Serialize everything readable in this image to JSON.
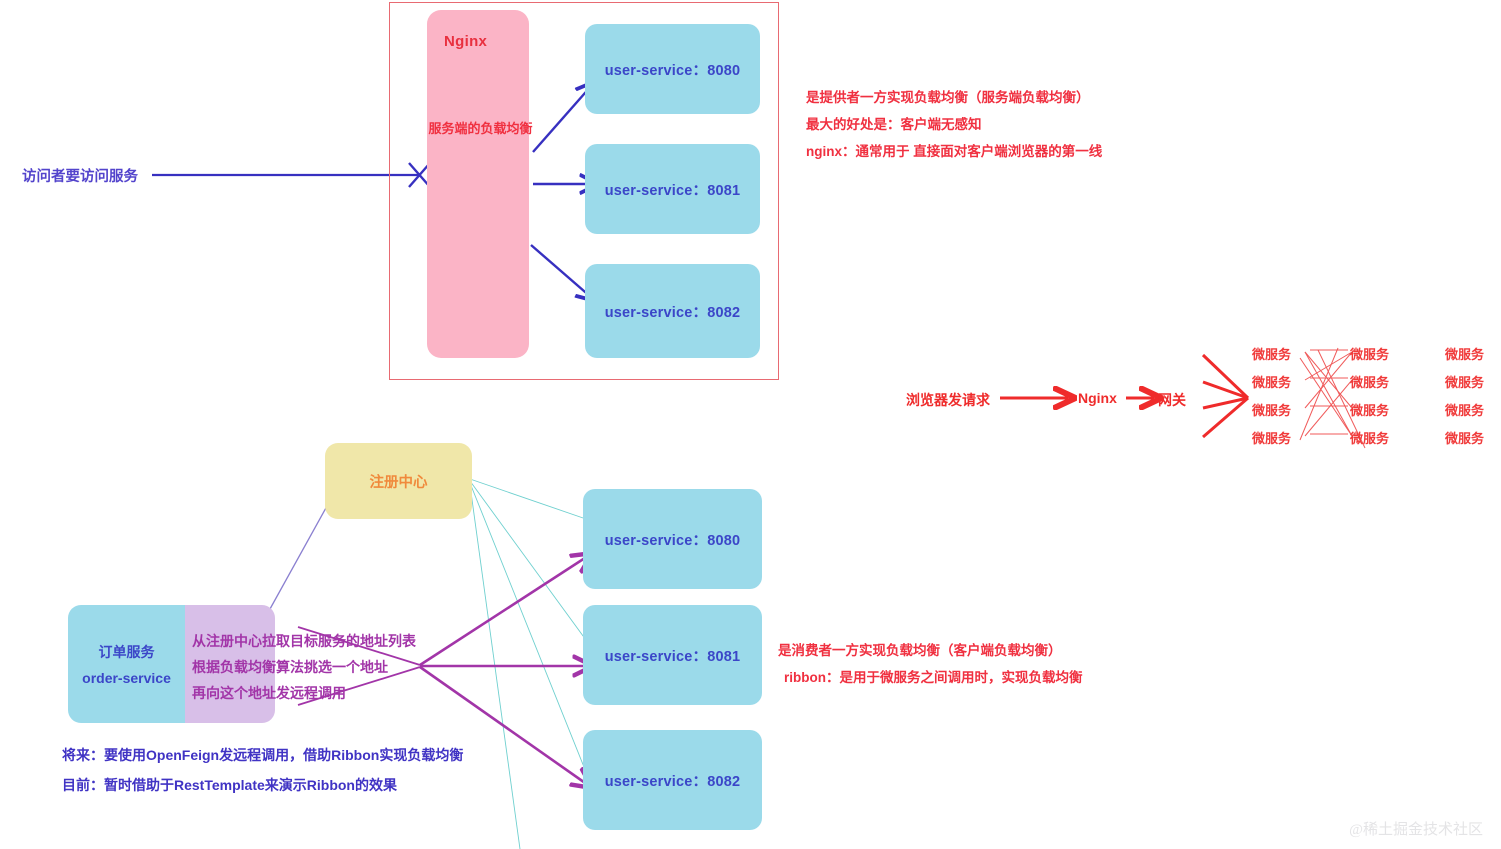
{
  "colors": {
    "nginx_box": "#fbb4c6",
    "service_box": "#9bdaea",
    "registry_box": "#f0e7a9",
    "ribbon_panel": "#d8bfe8",
    "red_text": "#f03040",
    "blue_text": "#3b46c8",
    "purple_text": "#a235a8",
    "orange_text": "#f08a3c",
    "group_border": "#e86a72",
    "blue_arrow": "#3730c0",
    "purple_arrow": "#a235a8",
    "teal_line": "#6fd0cf"
  },
  "server_side": {
    "nginx_title": "Nginx",
    "nginx_subtitle": "服务端的负载均衡",
    "visitor_label": "访问者要访问服务",
    "services": [
      {
        "label": "user-service：8080"
      },
      {
        "label": "user-service：8081"
      },
      {
        "label": "user-service：8082"
      }
    ],
    "notes": [
      "是提供者一方实现负载均衡（服务端负载均衡）",
      "最大的好处是：客户端无感知",
      "nginx：通常用于 直接面对客户端浏览器的第一线"
    ]
  },
  "gateway_sketch": {
    "browser_label": "浏览器发请求",
    "nginx_label": "Nginx",
    "gateway_label": "网关",
    "microservice_label": "微服务",
    "column_count": 3,
    "row_count": 4
  },
  "client_side": {
    "registry_label": "注册中心",
    "order_service": {
      "title": "订单服务",
      "name": "order-service"
    },
    "ribbon_steps": [
      "从注册中心拉取目标服务的地址列表",
      "根据负载均衡算法挑选一个地址",
      "再向这个地址发远程调用"
    ],
    "services": [
      {
        "label": "user-service：8080"
      },
      {
        "label": "user-service：8081"
      },
      {
        "label": "user-service：8082"
      }
    ],
    "notes": [
      "是消费者一方实现负载均衡（客户端负载均衡）",
      "ribbon：是用于微服务之间调用时，实现负载均衡"
    ],
    "bottom_notes": [
      "将来：要使用OpenFeign发远程调用，借助Ribbon实现负载均衡",
      "目前：暂时借助于RestTemplate来演示Ribbon的效果"
    ]
  },
  "watermark": "@稀土掘金技术社区"
}
